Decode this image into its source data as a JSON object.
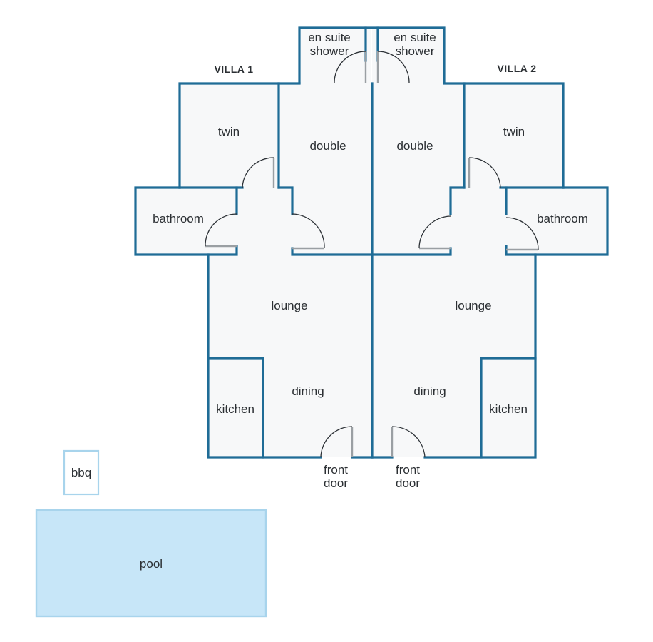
{
  "villas": [
    {
      "title": "VILLA 1",
      "rooms": {
        "en_suite": [
          "en suite",
          "shower"
        ],
        "twin": "twin",
        "double": "double",
        "bathroom": "bathroom",
        "lounge": "lounge",
        "dining": "dining",
        "kitchen": "kitchen",
        "front_door": [
          "front",
          "door"
        ]
      }
    },
    {
      "title": "VILLA 2",
      "rooms": {
        "en_suite": [
          "en suite",
          "shower"
        ],
        "twin": "twin",
        "double": "double",
        "bathroom": "bathroom",
        "lounge": "lounge",
        "dining": "dining",
        "kitchen": "kitchen",
        "front_door": [
          "front",
          "door"
        ]
      }
    }
  ],
  "outdoor": {
    "bbq": "bbq",
    "pool": "pool"
  },
  "colors": {
    "wall": "#1f6c96",
    "floor": "#f7f8f9",
    "pool_fill": "#c7e6f8",
    "pool_border": "#a8d4ec",
    "door_leaf": "#9a9fa3"
  }
}
